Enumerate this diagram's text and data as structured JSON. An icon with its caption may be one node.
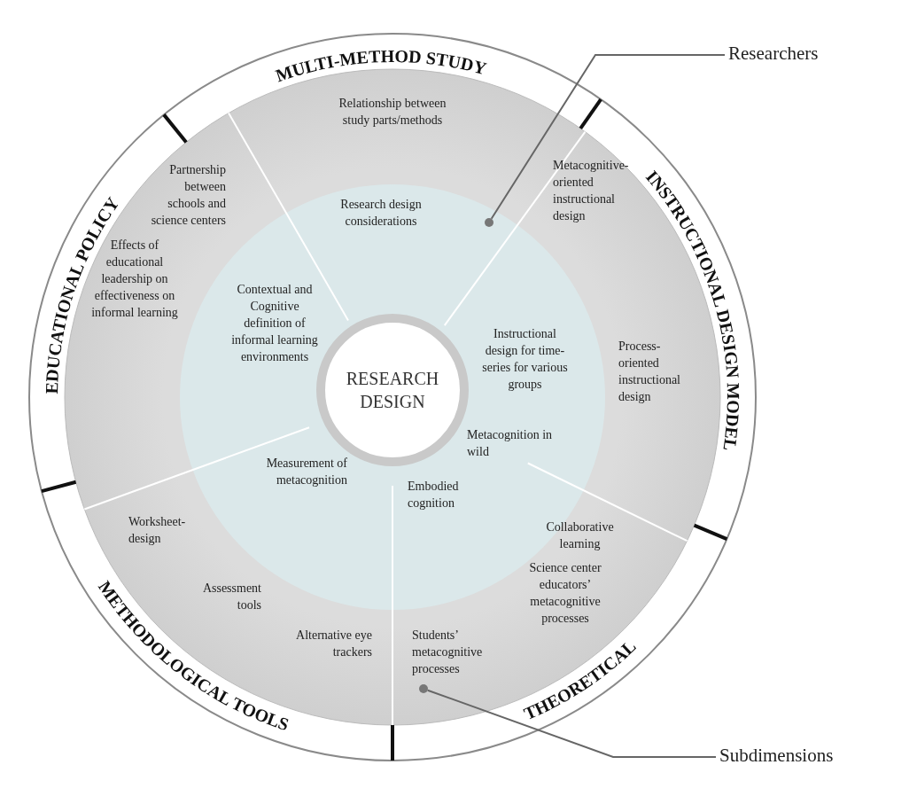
{
  "diagram": {
    "nodes": [
      {
        "text": [
          "RESEARCH DESIGN"
        ]
      },
      {
        "text": [
          "Researchers"
        ]
      },
      {
        "text": [],
        "shape": "circle"
      },
      {
        "text": [
          "Subdimensions"
        ]
      },
      {
        "text": [],
        "shape": "circle"
      }
    ],
    "edges": [
      {
        "from": 1,
        "to": 2,
        "arrow": "none"
      },
      {
        "from": 3,
        "to": 4,
        "arrow": "none"
      }
    ],
    "labels": [
      "MULTI-METHOD STUDY",
      "Relationship between study parts/methods",
      "EDUCATIONAL POLICY",
      "INSTRUCTIONAL DESIGN MODEL",
      "Partnership between schools and science centers",
      "Metacognitive-oriented instructional design",
      "Research design considerations",
      "Effects of educational leadership on effectiveness on informal learning",
      "Contextual and Cognitive definition of informal learning environments",
      "Instructional design for time-series for various groups",
      "Process-oriented instructional design",
      "Measurement of metacognition",
      "Metacognition in wild",
      "Embodied cognition",
      "Worksheet-design",
      "Collaborative learning",
      "Science center educators’ metacognitive processes",
      "Assessment tools",
      "Alternative eye trackers",
      "Students’ metacognitive processes",
      "METHODOLOGICAL TOOLS",
      "THEORETICAL"
    ]
  }
}
